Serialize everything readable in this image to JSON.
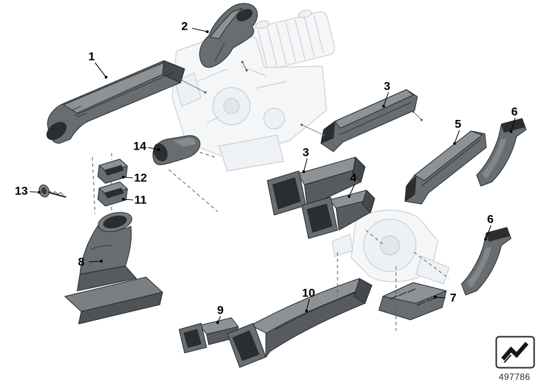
{
  "diagram": {
    "document_number": "497786",
    "callouts": [
      {
        "ref": "1"
      },
      {
        "ref": "2"
      },
      {
        "ref": "3"
      },
      {
        "ref": "5"
      },
      {
        "ref": "6"
      },
      {
        "ref": "14"
      },
      {
        "ref": "3"
      },
      {
        "ref": "4"
      },
      {
        "ref": "12"
      },
      {
        "ref": "11"
      },
      {
        "ref": "13"
      },
      {
        "ref": "6"
      },
      {
        "ref": "8"
      },
      {
        "ref": "7"
      },
      {
        "ref": "9"
      },
      {
        "ref": "10"
      }
    ],
    "icons": {
      "stamp": "zigzag-ribbon-icon"
    },
    "colors": {
      "background": "#ffffff",
      "ink": "#000000",
      "duct_mid": "#686d71",
      "duct_light": "#8d9296",
      "duct_shadow": "#2b2e30",
      "sketch_line": "#c9ced3"
    }
  }
}
